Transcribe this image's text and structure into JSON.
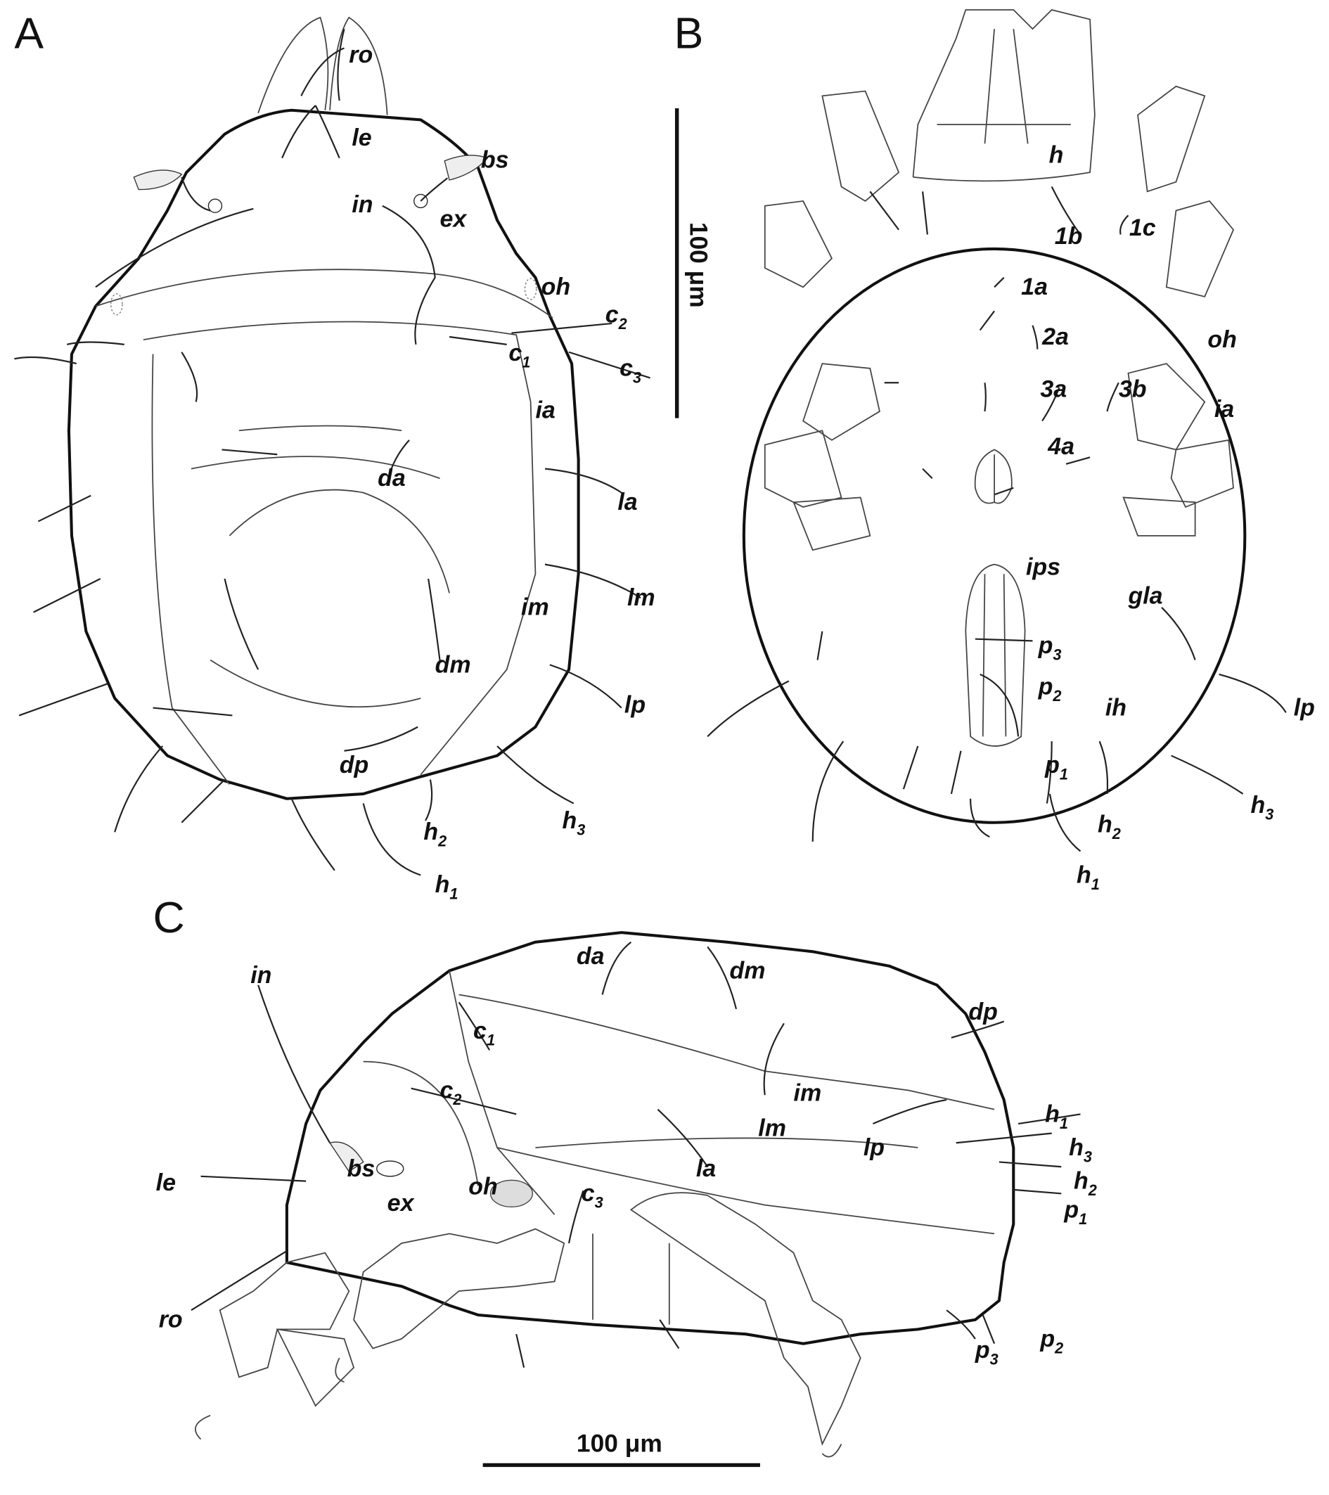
{
  "panels": {
    "a": "A",
    "b": "B",
    "c": "C"
  },
  "scale_bars": {
    "vertical": "100 μm",
    "horizontal": "100 μm"
  },
  "labels_a": [
    {
      "t": "ro"
    },
    {
      "t": "le"
    },
    {
      "t": "bs"
    },
    {
      "t": "in"
    },
    {
      "t": "ex"
    },
    {
      "t": "oh"
    },
    {
      "t": "c",
      "s": "2"
    },
    {
      "t": "c",
      "s": "1"
    },
    {
      "t": "c",
      "s": "3"
    },
    {
      "t": "ia"
    },
    {
      "t": "la"
    },
    {
      "t": "da"
    },
    {
      "t": "lm"
    },
    {
      "t": "im"
    },
    {
      "t": "dm"
    },
    {
      "t": "lp"
    },
    {
      "t": "dp"
    },
    {
      "t": "h",
      "s": "2"
    },
    {
      "t": "h",
      "s": "3"
    },
    {
      "t": "h",
      "s": "1"
    }
  ],
  "labels_b": [
    {
      "t": "h"
    },
    {
      "t": "1b"
    },
    {
      "t": "1c"
    },
    {
      "t": "1a"
    },
    {
      "t": "oh"
    },
    {
      "t": "2a"
    },
    {
      "t": "3a"
    },
    {
      "t": "3b"
    },
    {
      "t": "ia"
    },
    {
      "t": "4a"
    },
    {
      "t": "ips"
    },
    {
      "t": "gla"
    },
    {
      "t": "p",
      "s": "3"
    },
    {
      "t": "p",
      "s": "2"
    },
    {
      "t": "ih"
    },
    {
      "t": "lp"
    },
    {
      "t": "p",
      "s": "1"
    },
    {
      "t": "h",
      "s": "2"
    },
    {
      "t": "h",
      "s": "3"
    },
    {
      "t": "h",
      "s": "1"
    }
  ],
  "labels_c": [
    {
      "t": "in"
    },
    {
      "t": "da"
    },
    {
      "t": "dm"
    },
    {
      "t": "dp"
    },
    {
      "t": "c",
      "s": "1"
    },
    {
      "t": "im"
    },
    {
      "t": "c",
      "s": "2"
    },
    {
      "t": "h",
      "s": "1"
    },
    {
      "t": "lm"
    },
    {
      "t": "lp"
    },
    {
      "t": "h",
      "s": "3"
    },
    {
      "t": "la"
    },
    {
      "t": "bs"
    },
    {
      "t": "h",
      "s": "2"
    },
    {
      "t": "le"
    },
    {
      "t": "oh"
    },
    {
      "t": "ex"
    },
    {
      "t": "c",
      "s": "3"
    },
    {
      "t": "p",
      "s": "1"
    },
    {
      "t": "ro"
    },
    {
      "t": "p",
      "s": "2"
    },
    {
      "t": "p",
      "s": "3"
    }
  ]
}
